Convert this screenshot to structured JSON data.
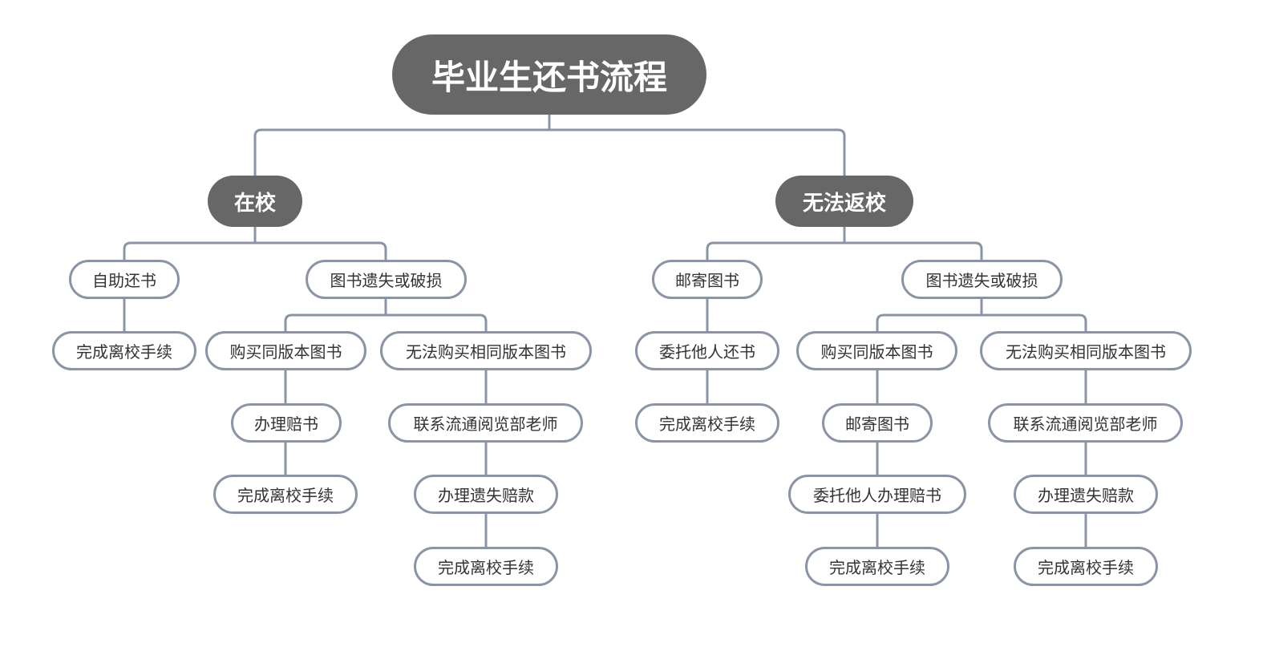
{
  "colors": {
    "dark_node": "#676767",
    "leaf_border": "#8a94a6",
    "connector": "#8a94a6",
    "leaf_text": "#333333"
  },
  "root": {
    "label": "毕业生还书流程"
  },
  "branches": [
    {
      "label": "在校",
      "children": [
        {
          "label": "自助还书",
          "steps": [
            "完成离校手续"
          ]
        },
        {
          "label": "图书遗失或破损",
          "children": [
            {
              "label": "购买同版本图书",
              "steps": [
                "办理赔书",
                "完成离校手续"
              ]
            },
            {
              "label": "无法购买相同版本图书",
              "steps": [
                "联系流通阅览部老师",
                "办理遗失赔款",
                "完成离校手续"
              ]
            }
          ]
        }
      ]
    },
    {
      "label": "无法返校",
      "children": [
        {
          "label": "邮寄图书",
          "steps": [
            "委托他人还书",
            "完成离校手续"
          ]
        },
        {
          "label": "图书遗失或破损",
          "children": [
            {
              "label": "购买同版本图书",
              "steps": [
                "邮寄图书",
                "委托他人办理赔书",
                "完成离校手续"
              ]
            },
            {
              "label": "无法购买相同版本图书",
              "steps": [
                "联系流通阅览部老师",
                "办理遗失赔款",
                "完成离校手续"
              ]
            }
          ]
        }
      ]
    }
  ]
}
